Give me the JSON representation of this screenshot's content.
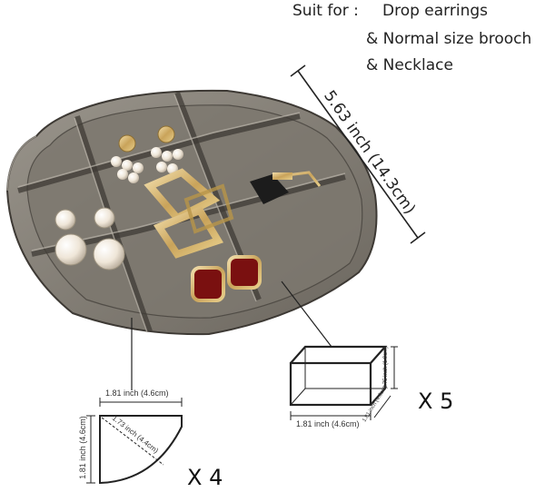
{
  "suit": {
    "label": "Suit for :",
    "items": [
      "Drop earrings",
      "& Normal size brooch",
      "& Necklace"
    ]
  },
  "tray_dimension": "5.63 inch (14.3cm)",
  "corner_compartment": {
    "width_label": "1.81 inch (4.6cm)",
    "height_label": "1.81 inch (4.6cm)",
    "radius_label": "1.73 inch (4.4cm)",
    "quantity": "X 4"
  },
  "rect_compartment": {
    "length_label": "1.81 inch (4.6cm)",
    "width_label": "1.81 inch (4.6cm)",
    "height_label": "0.75 inch (1.9cm)",
    "quantity": "X 5"
  },
  "colors": {
    "tray": "#4a4640",
    "tray_fill": "#8a857c",
    "text": "#222222"
  }
}
